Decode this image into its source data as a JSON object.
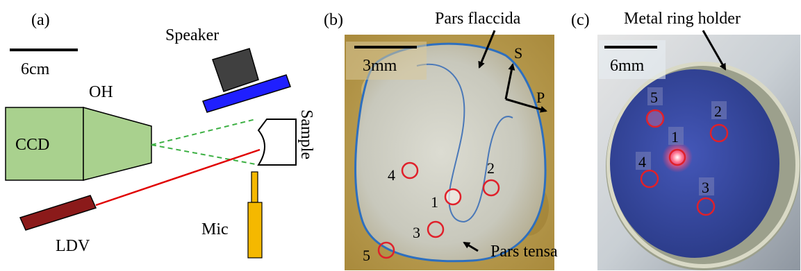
{
  "panel_a": {
    "label": "(a)",
    "scale_bar": "6cm",
    "oh_label": "OH",
    "ccd_label": "CCD",
    "speaker_label": "Speaker",
    "sample_label": "Sample",
    "mic_label": "Mic",
    "ldv_label": "LDV",
    "colors": {
      "ccd_fill": "#a9d18e",
      "speaker_body": "#404040",
      "speaker_base": "#1f1fff",
      "ldv": "#8b1a1a",
      "laser": "#e00000",
      "camera_view": "#3cb043",
      "mic": "#f5b800"
    }
  },
  "panel_b": {
    "label": "(b)",
    "scale_bar": "3mm",
    "pars_flaccida_label": "Pars flaccida",
    "pars_tensa_label": "Pars tensa",
    "axis_s": "S",
    "axis_p": "P",
    "points": [
      "1",
      "2",
      "3",
      "4",
      "5"
    ],
    "colors": {
      "outline": "#2d6fbf",
      "marker": "#e0202a",
      "background": "#b89a4a",
      "membrane": "#cfcfc4"
    }
  },
  "panel_c": {
    "label": "(c)",
    "scale_bar": "6mm",
    "holder_label": "Metal ring holder",
    "points": [
      "1",
      "2",
      "3",
      "4",
      "5"
    ],
    "colors": {
      "disk": "#3b4fa8",
      "marker": "#e0202a",
      "ring": "#b5b5a0"
    }
  }
}
